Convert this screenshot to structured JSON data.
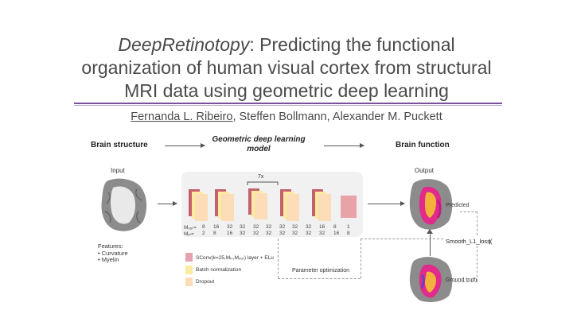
{
  "title": {
    "italic_part": "DeepRetinotopy",
    "line1_rest": ": Predicting the functional",
    "line2": "organization of human visual cortex from structural",
    "line3": "MRI data using geometric deep learning"
  },
  "authors": {
    "first": "Fernanda L. Ribeiro",
    "rest": ", Steffen Bollmann, Alexander M. Puckett"
  },
  "figure": {
    "brain_structure": "Brain structure",
    "model_line1": "Geometric deep learning",
    "model_line2": "model",
    "brain_function": "Brain function",
    "input": "Input",
    "output": "Output",
    "repeat": "7x",
    "predicted": "Predicted",
    "ground_truth": "Ground truth",
    "loss": "Smooth_L1_loss(",
    "loss_close": ")",
    "param_opt": "Parameter optimization",
    "features": "Features:",
    "feature_items": [
      "Curvature",
      "Myelin"
    ],
    "legend": [
      {
        "label": "SConv(k=25,Mᵢₙ,Mₒᵤₜ) layer + ELu",
        "color": "#e3a2ad"
      },
      {
        "label": "Batch normalization",
        "color": "#fbeaa0"
      },
      {
        "label": "Dropout",
        "color": "#fddcb8"
      }
    ],
    "m_out_label": "Mₒᵤₜ=",
    "m_in_label": "Mᵢₙ=",
    "m_out": [
      "8",
      "16",
      "32",
      "32",
      "32",
      "32",
      "32",
      "32",
      "32",
      "16",
      "8",
      "1"
    ],
    "m_in": [
      "2",
      "8",
      "16",
      "32",
      "32",
      "32",
      "32",
      "32",
      "32",
      "32",
      "16",
      "8"
    ]
  },
  "colors": {
    "accent_rule": "#7a4f9c",
    "conv": "#e3a2ad",
    "conv_dark": "#c4616f",
    "batchnorm": "#fbeaa0",
    "dropout": "#fddcb8",
    "final": "#e8a3a9"
  }
}
